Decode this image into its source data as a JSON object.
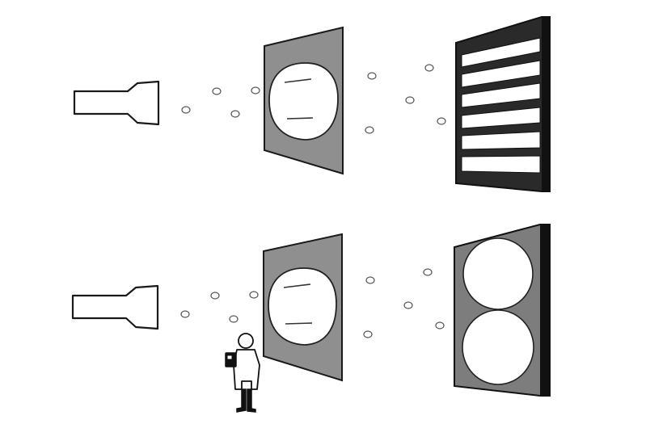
{
  "diagram": {
    "rows": [
      {
        "id": "top",
        "source": "flashlight-icon",
        "barrier": "double-slit-plate",
        "screen_pattern": "interference-stripes",
        "stripe_count": 6,
        "observer_present": false
      },
      {
        "id": "bottom",
        "source": "flashlight-icon",
        "barrier": "double-slit-plate",
        "screen_pattern": "two-blobs",
        "blob_count": 2,
        "observer_present": true
      }
    ],
    "colors": {
      "plate": "#8f8f8f",
      "screen_dark": "#2a2a2a",
      "screen_gray": "#7d7d7d",
      "outline": "#1a1a1a"
    }
  }
}
